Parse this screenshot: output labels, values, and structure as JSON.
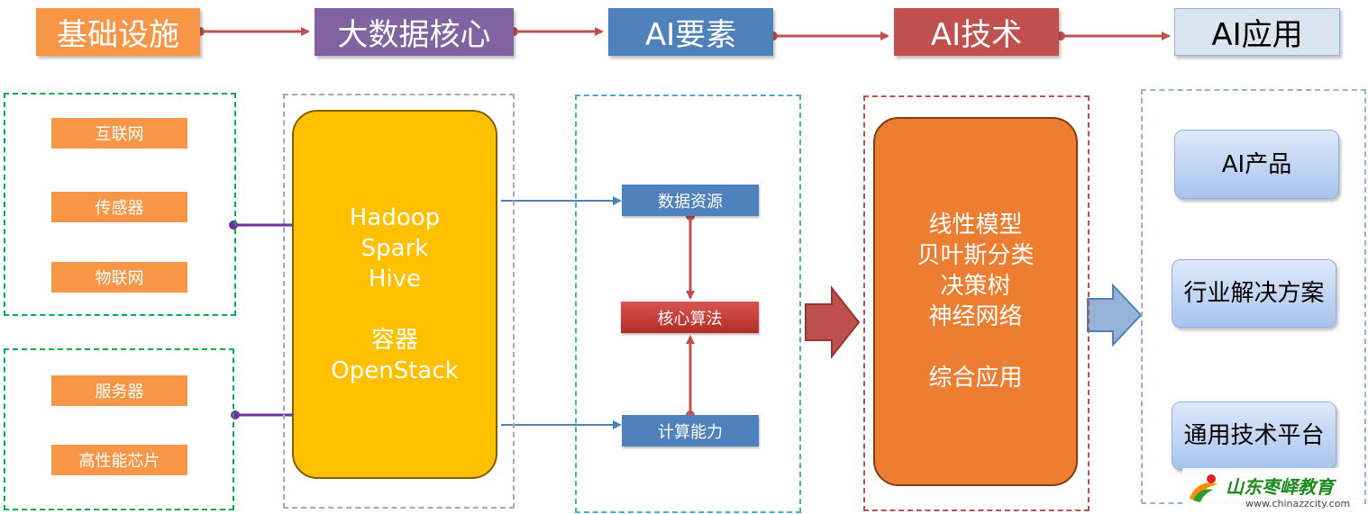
{
  "headers": {
    "infrastructure": "基础设施",
    "bigdata_core": "大数据核心",
    "ai_elements": "AI要素",
    "ai_tech": "AI技术",
    "ai_apps": "AI应用"
  },
  "infrastructure": {
    "group1": [
      "互联网",
      "传感器",
      "物联网"
    ],
    "group2": [
      "服务器",
      "高性能芯片"
    ]
  },
  "bigdata": {
    "lines1": [
      "Hadoop",
      "Spark",
      "Hive"
    ],
    "lines2": [
      "容器",
      "OpenStack"
    ]
  },
  "ai_elements": {
    "data_resources": "数据资源",
    "core_algorithm": "核心算法",
    "compute_power": "计算能力"
  },
  "ai_tech": {
    "items": [
      "线性模型",
      "贝叶斯分类",
      "决策树",
      "神经网络"
    ],
    "extra": "综合应用"
  },
  "ai_apps": {
    "products": "AI产品",
    "industry_solutions": "行业解决方案",
    "general_platform": "通用技术平台"
  },
  "watermark": {
    "name": "山东枣峄教育",
    "url": "www.chinazzcity.com"
  },
  "colors": {
    "orange": "#f79646",
    "purple": "#8064a2",
    "blue": "#4f81bd",
    "red": "#c0504d",
    "yellow": "#ffc000",
    "deep_orange": "#ed7d31"
  }
}
